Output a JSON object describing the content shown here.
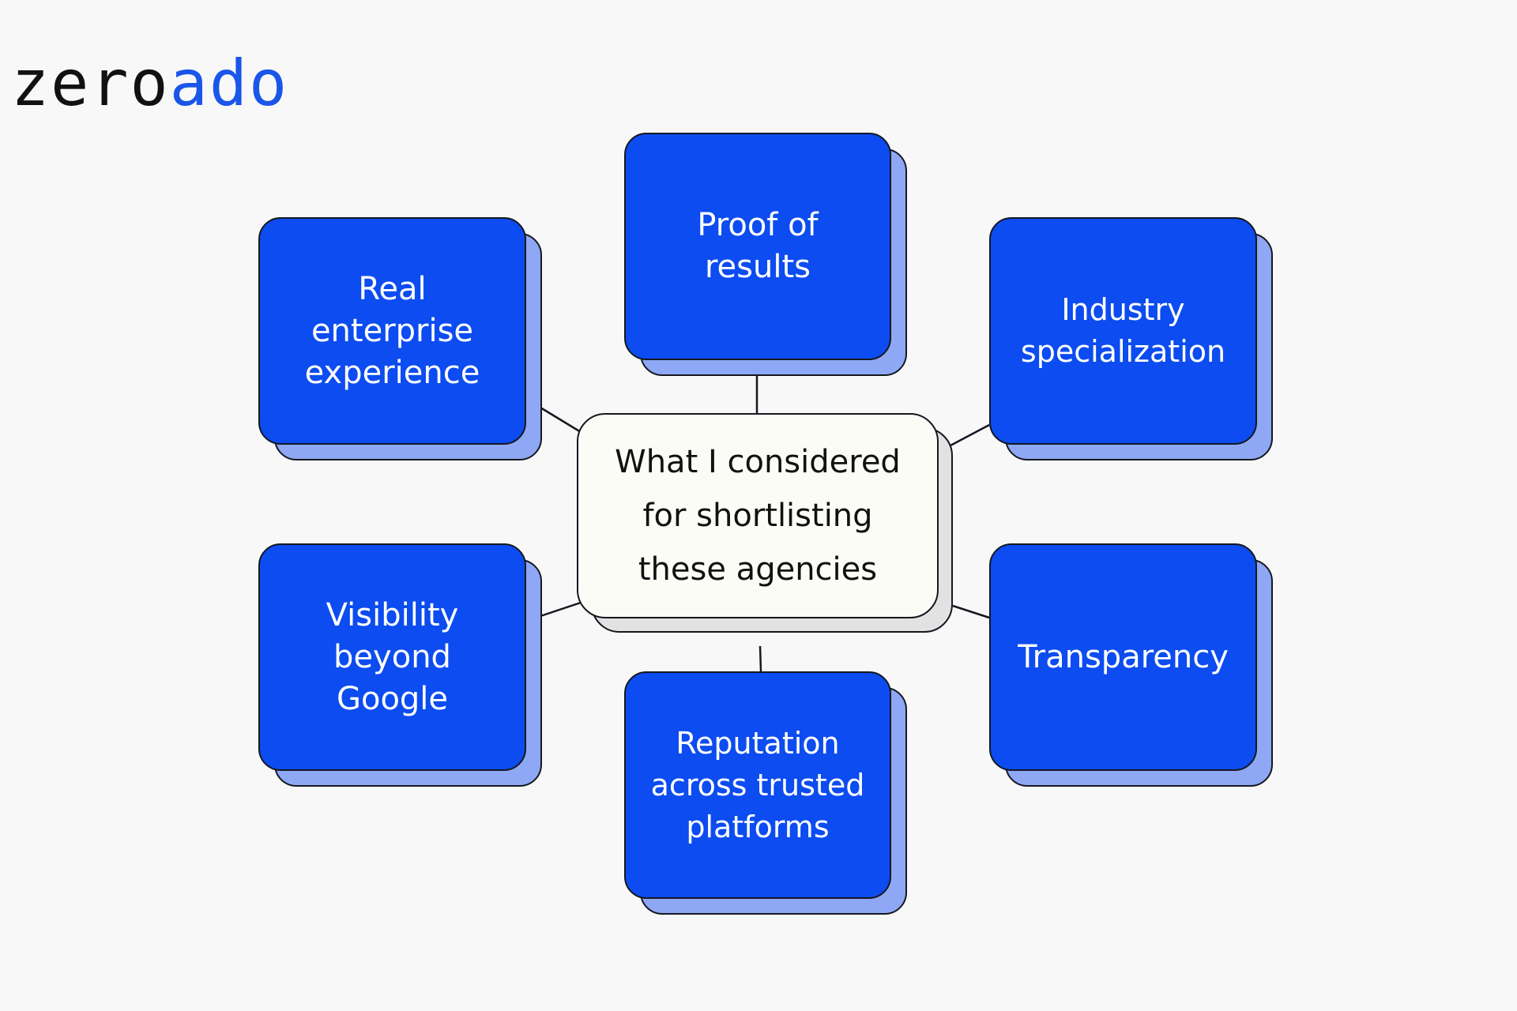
{
  "brand": {
    "part1": "zero",
    "part2": "ado",
    "accent_color": "#1a56e8"
  },
  "diagram": {
    "center": "What I considered for shortlisting these agencies",
    "nodes": {
      "proof": "Proof of results",
      "enterprise": "Real enterprise experience",
      "industry": "Industry specialization",
      "visibility": "Visibility beyond Google",
      "transparency": "Transparency",
      "reputation": "Reputation across trusted platforms"
    },
    "colors": {
      "node_fill": "#0c4cf0",
      "node_shadow": "#8ea8f5",
      "center_fill": "#fcfcf7",
      "outline": "#15181f"
    }
  }
}
